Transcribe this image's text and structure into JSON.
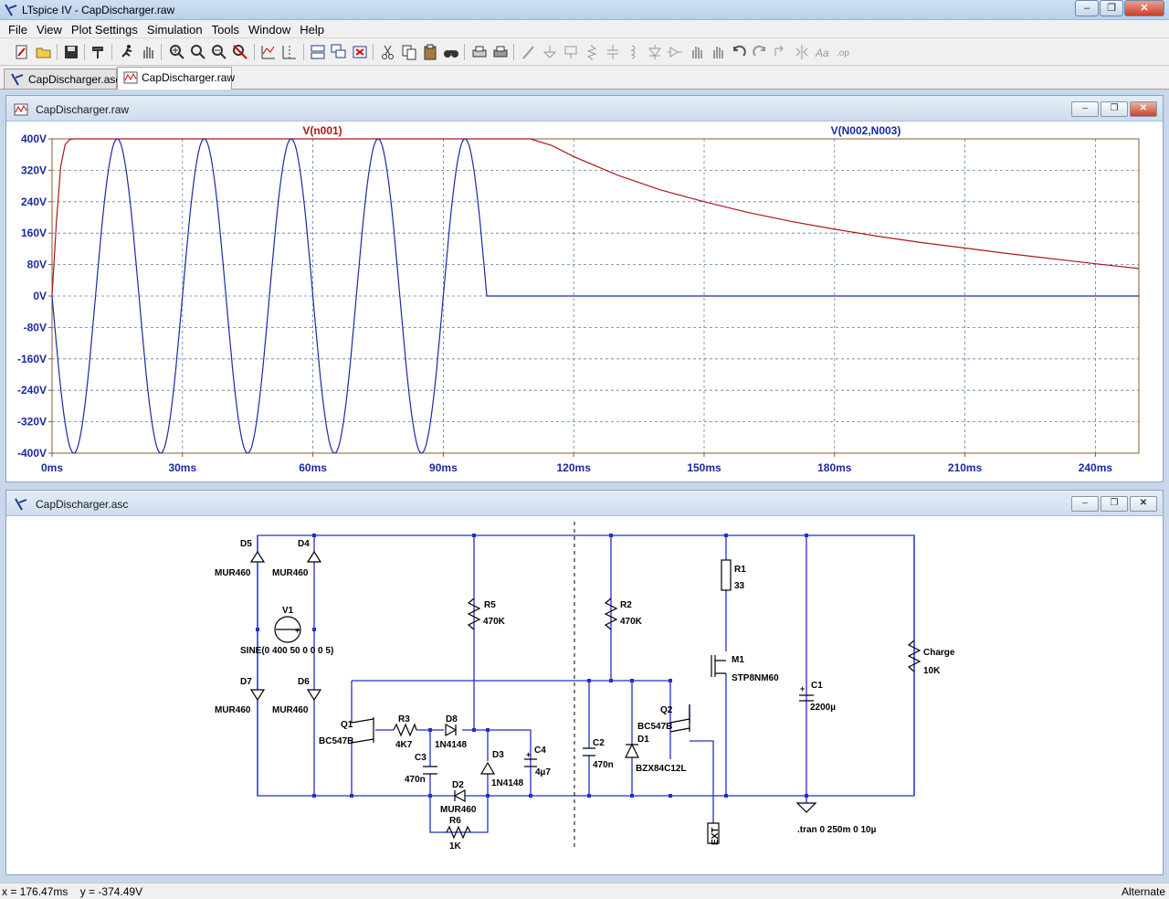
{
  "window": {
    "title": "LTspice IV - CapDischarger.raw"
  },
  "menu": [
    "File",
    "View",
    "Plot Settings",
    "Simulation",
    "Tools",
    "Window",
    "Help"
  ],
  "tabs": [
    {
      "label": "CapDischarger.asc",
      "active": false
    },
    {
      "label": "CapDischarger.raw",
      "active": true
    }
  ],
  "waveform_window": {
    "title": "CapDischarger.raw"
  },
  "schematic_window": {
    "title": "CapDischarger.asc"
  },
  "colors": {
    "trace_n001": "#b0161b",
    "trace_n002_n003": "#1a2aa0",
    "grid": "#5a7fb0",
    "axes": "#8a5a2a",
    "wire": "#2230c8",
    "component": "#000000"
  },
  "chart_data": {
    "type": "line",
    "x_unit": "ms",
    "xlim": [
      0,
      250
    ],
    "ylim": [
      -400,
      400
    ],
    "x_ticks": [
      "0ms",
      "30ms",
      "60ms",
      "90ms",
      "120ms",
      "150ms",
      "180ms",
      "210ms",
      "240ms"
    ],
    "x_tick_values": [
      0,
      30,
      60,
      90,
      120,
      150,
      180,
      210,
      240
    ],
    "y_ticks": [
      "400V",
      "320V",
      "240V",
      "160V",
      "80V",
      "0V",
      "-80V",
      "-160V",
      "-240V",
      "-320V",
      "-400V"
    ],
    "y_tick_values": [
      400,
      320,
      240,
      160,
      80,
      0,
      -80,
      -160,
      -240,
      -320,
      -400
    ],
    "grid": true,
    "series": [
      {
        "name": "V(n001)",
        "x": [
          0,
          1,
          2,
          3,
          4,
          5,
          110,
          115,
          120,
          130,
          140,
          150,
          160,
          170,
          180,
          190,
          200,
          210,
          220,
          230,
          240,
          250
        ],
        "y": [
          0,
          190,
          330,
          385,
          398,
          400,
          400,
          383,
          355,
          308,
          270,
          240,
          213,
          190,
          170,
          152,
          136,
          122,
          108,
          95,
          82,
          70
        ]
      },
      {
        "name": "V(N002,N003)",
        "sine": {
          "amplitude": 400,
          "frequency_hz": 50,
          "phase_sign": -1,
          "stop_ms": 100
        },
        "after_stop_value": 0,
        "x_end_ms": 250
      }
    ]
  },
  "schematic": {
    "labels": [
      {
        "id": "d5",
        "text": "D5"
      },
      {
        "id": "d5v",
        "text": "MUR460"
      },
      {
        "id": "d4",
        "text": "D4"
      },
      {
        "id": "d4v",
        "text": "MUR460"
      },
      {
        "id": "v1",
        "text": "V1"
      },
      {
        "id": "v1v",
        "text": "SINE(0 400 50 0 0 0 5)"
      },
      {
        "id": "d7",
        "text": "D7"
      },
      {
        "id": "d7v",
        "text": "MUR460"
      },
      {
        "id": "d6",
        "text": "D6"
      },
      {
        "id": "d6v",
        "text": "MUR460"
      },
      {
        "id": "q1",
        "text": "Q1"
      },
      {
        "id": "q1v",
        "text": "BC547B"
      },
      {
        "id": "r3",
        "text": "R3"
      },
      {
        "id": "r3v",
        "text": "4K7"
      },
      {
        "id": "d8",
        "text": "D8"
      },
      {
        "id": "d8v",
        "text": "1N4148"
      },
      {
        "id": "c3",
        "text": "C3"
      },
      {
        "id": "c3v",
        "text": "470n"
      },
      {
        "id": "d3",
        "text": "D3"
      },
      {
        "id": "d3v",
        "text": "1N4148"
      },
      {
        "id": "c4",
        "text": "C4"
      },
      {
        "id": "c4v",
        "text": "4µ7"
      },
      {
        "id": "d2",
        "text": "D2"
      },
      {
        "id": "d2v",
        "text": "MUR460"
      },
      {
        "id": "r6",
        "text": "R6"
      },
      {
        "id": "r6v",
        "text": "1K"
      },
      {
        "id": "r5",
        "text": "R5"
      },
      {
        "id": "r5v",
        "text": "470K"
      },
      {
        "id": "r2",
        "text": "R2"
      },
      {
        "id": "r2v",
        "text": "470K"
      },
      {
        "id": "c2",
        "text": "C2"
      },
      {
        "id": "c2v",
        "text": "470n"
      },
      {
        "id": "d1",
        "text": "D1"
      },
      {
        "id": "d1v",
        "text": "BZX84C12L"
      },
      {
        "id": "q2",
        "text": "Q2"
      },
      {
        "id": "q2v",
        "text": "BC547B"
      },
      {
        "id": "r1",
        "text": "R1"
      },
      {
        "id": "r1v",
        "text": "33"
      },
      {
        "id": "m1",
        "text": "M1"
      },
      {
        "id": "m1v",
        "text": "STP8NM60"
      },
      {
        "id": "c1",
        "text": "C1"
      },
      {
        "id": "c1v",
        "text": "2200µ"
      },
      {
        "id": "charge",
        "text": "Charge"
      },
      {
        "id": "chargev",
        "text": "10K"
      },
      {
        "id": "ext",
        "text": "EXT"
      },
      {
        "id": "tran",
        "text": ".tran 0 250m 0 10µ"
      }
    ]
  },
  "status": {
    "x_readout": "x = 176.47ms",
    "y_readout": "y = -374.49V",
    "mode": "Alternate"
  }
}
